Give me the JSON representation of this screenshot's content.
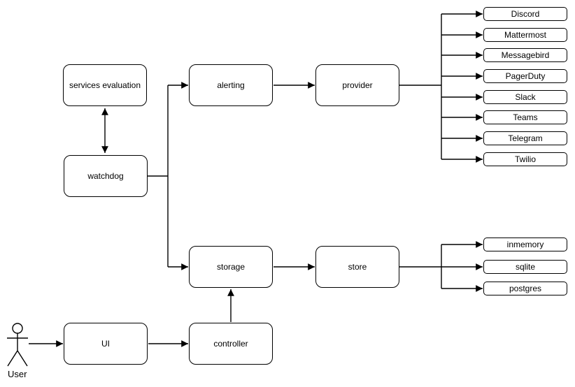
{
  "diagram": {
    "background": "#ffffff",
    "stroke_color": "#000000",
    "node_fill": "#ffffff",
    "text_color": "#000000",
    "nodes": {
      "services_evaluation": {
        "label": "services evaluation"
      },
      "watchdog": {
        "label": "watchdog"
      },
      "alerting": {
        "label": "alerting"
      },
      "provider": {
        "label": "provider"
      },
      "storage": {
        "label": "storage"
      },
      "store": {
        "label": "store"
      },
      "ui": {
        "label": "UI"
      },
      "controller": {
        "label": "controller"
      }
    },
    "actor": {
      "label": "User"
    },
    "providers": [
      "Discord",
      "Mattermost",
      "Messagebird",
      "PagerDuty",
      "Slack",
      "Teams",
      "Telegram",
      "Twilio"
    ],
    "stores": [
      "inmemory",
      "sqlite",
      "postgres"
    ]
  }
}
